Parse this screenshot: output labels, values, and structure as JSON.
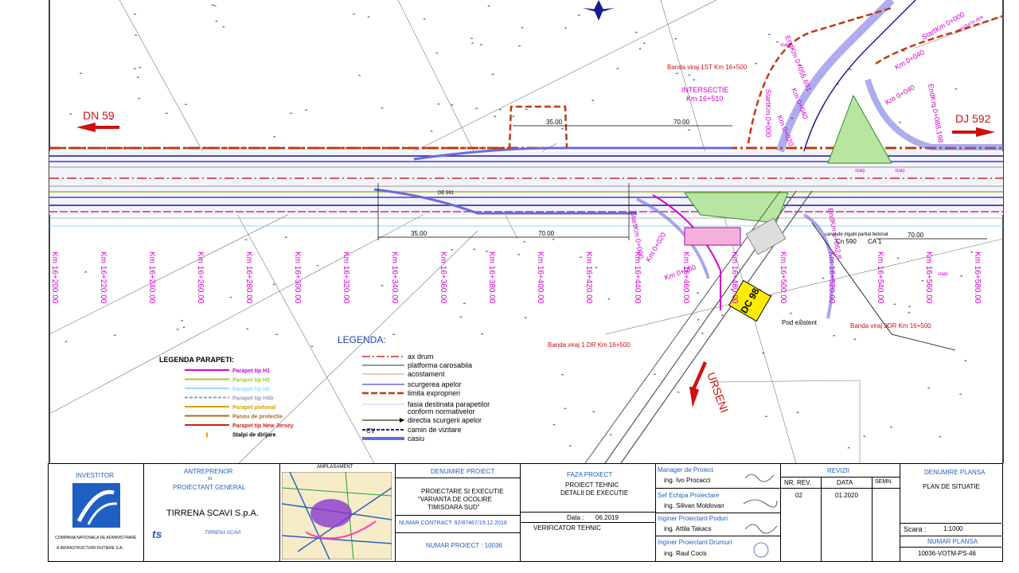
{
  "plan": {
    "road_left": "DN 59",
    "road_right": "DJ 592",
    "road_bottom": "URSENI",
    "road_dc": "DC 98",
    "intersection_title": "INTERSECTIE",
    "intersection_km": "Km 16+510",
    "dim_35_top": "35.00",
    "dim_70_top": "70.00",
    "dim_35_bottom": "35.00",
    "dim_70_bottom": "70.00",
    "dim_70_right": "70.00",
    "banda_1st": "Banda viraj 1ST Km 16+500",
    "banda_1dr": "Banda viraj 1 DR Km 16+500",
    "banda_2dr": "Banda viraj 2DR Km 16+500",
    "pod_existent": "Pod existent",
    "start_km_0": "StartKm 0+000",
    "end_km_0056": "EndKm 0+056.691",
    "km_0040": "Km 0+040",
    "km_0020": "Km 0+020",
    "km_0060": "Km 0+060",
    "start_km_top": "StartKm 0+000",
    "start_km_mid": "StartKm 0+000",
    "end_km_mid": "EndKm 0+062.8",
    "km_0040b": "Km 0+040",
    "km_0040c": "Km 0+040",
    "km_0020b": "Km 0+020",
    "end_km_0088": "EndKm 0+088.198",
    "stalp": "stalp",
    "conducta_apa": "conducta apa",
    "canal_irigatii": "canal de irigatii partial betonat",
    "cn": "Cn 590",
    "ca": "CA 1",
    "dc_label": "DE 591",
    "km_ticks": [
      "Km 16+200.00",
      "Km 16+220.00",
      "Km 16+240.00",
      "Km 16+260.00",
      "Km 16+280.00",
      "Km 16+300.00",
      "Km 16+320.00",
      "Km 16+340.00",
      "Km 16+360.00",
      "Km 16+380.00",
      "Km 16+400.00",
      "Km 16+420.00",
      "Km 16+440.00",
      "Km 16+460.00",
      "Km 16+480.00",
      "Km 16+500.00",
      "Km 16+520.00",
      "Km 16+540.00",
      "Km 16+560.00",
      "Km 16+580.00"
    ]
  },
  "legenda_parapeti": {
    "title": "LEGENDA PARAPETI:",
    "items": [
      {
        "label": "Parapet tip H1",
        "color": "#d400d4"
      },
      {
        "label": "Parapet tip H2",
        "color": "#a6c830"
      },
      {
        "label": "Parapet tip H3",
        "color": "#9ad8ff"
      },
      {
        "label": "Parapet tip H4b",
        "color": "#9a9ab0"
      },
      {
        "label": "Parapet pietonal",
        "color": "#d9a000"
      },
      {
        "label": "Panou de protectie",
        "color": "#b06a1e"
      },
      {
        "label": "Parapet tip New Jersey",
        "color": "#d02020"
      },
      {
        "label": "Stalpi de dirijare",
        "color": "#ff9900"
      }
    ]
  },
  "legenda": {
    "title": "LEGENDA:",
    "items": [
      "ax drum",
      "platforma carosabila",
      "acostament",
      "scurgerea apelor",
      "limita exproprieri",
      "fasia destinata parapetilor",
      "conform normativelor",
      "directia scurgerii apelor",
      "camin de vizitare",
      "casiu"
    ],
    "cv_label": "CV"
  },
  "title_block": {
    "investitor_title": "INVESTITOR",
    "investitor_name_1": "COMPANIA NATIONALA DE ADMINISTRARE",
    "investitor_name_2": "A INFRASTRUCTURII RUTIERE S.A.",
    "antreprenor_1": "ANTREPRENOR",
    "antreprenor_2": "si",
    "antreprenor_3": "PROIECTANT GENERAL",
    "company": "TIRRENA SCAVI S.p.A.",
    "logo_ts": "ts",
    "logo_name": "TIRRENA SCAVI",
    "amplasament": "AMPLASAMENT",
    "denumire_proiect_title": "DENUMIRE PROIECT",
    "proiect_1": "PROIECTARE SI EXECUTIE",
    "proiect_2": "\"VARIANTA DE OCOLIRE",
    "proiect_3": "TIMISOARA SUD\"",
    "contract": "NUMAR CONTRACT: 92/87467/19.12.2018",
    "numar_proiect": "NUMAR PROIECT : 10036",
    "faza_title": "FAZA PROIECT",
    "faza_1": "PROIECT TEHNIC",
    "faza_2": "DETALII DE EXECUTIE",
    "data_label": "Data :",
    "data_value": "06.2019",
    "verificator": "VERIFICATOR TEHNIC",
    "manager_title": "Manager de Proiect",
    "manager_name": "ing. Ivo Procacci",
    "sef_title": "Sef Echipa Proiectare",
    "sef_name": "ing. Silivan Moldovan",
    "poduri_title": "Inginer Proiectant Poduri",
    "poduri_name": "ing. Attila Takacs",
    "drumuri_title": "Inginer Proiectant Drumuri",
    "drumuri_name": "ing. Raul Cocis",
    "revizii_title": "REVIZII",
    "nr_rev_label": "NR. REV.",
    "data_col": "DATA",
    "semn_col": "SEMN.",
    "nr_rev_value": "02",
    "rev_data_value": "01.2020",
    "denumire_plansa_title": "DENUMIRE PLANSA",
    "plansa_name": "PLAN DE SITUATIE",
    "scara_label": "Scara :",
    "scara_value": "1:1000",
    "numar_plansa_title": "NUMAR PLANSA",
    "numar_plansa_value": "10036-VOTM-PS-46"
  }
}
